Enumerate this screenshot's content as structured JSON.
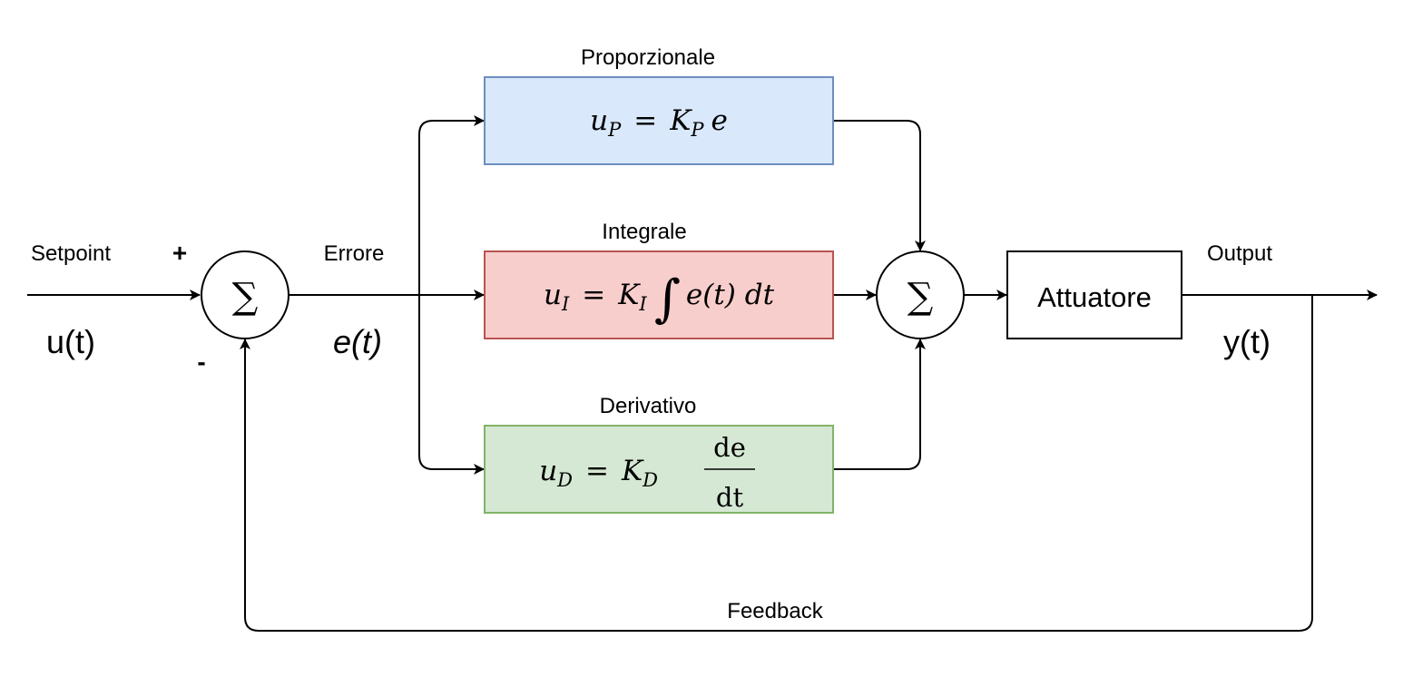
{
  "labels": {
    "setpoint": "Setpoint",
    "input_signal": "u(t)",
    "plus": "+",
    "minus": "-",
    "error": "Errore",
    "error_signal": "e(t)",
    "proportional": "Proporzionale",
    "integral": "Integrale",
    "derivative": "Derivativo",
    "actuator": "Attuatore",
    "output": "Output",
    "output_signal": "y(t)",
    "feedback": "Feedback",
    "sum_symbol": "∑"
  },
  "blocks": {
    "proportional": {
      "fill": "#dae8fc",
      "stroke": "#6c8ebf"
    },
    "integral": {
      "fill": "#f8cecc",
      "stroke": "#b85450"
    },
    "derivative": {
      "fill": "#d5e8d4",
      "stroke": "#82b366"
    },
    "actuator": {
      "fill": "#ffffff",
      "stroke": "#000000"
    }
  },
  "formulas": {
    "p_var": "u",
    "p_sub": "P",
    "p_eq": "=",
    "p_gain": "K",
    "p_gain_sub": "P",
    "p_term": "e",
    "i_var": "u",
    "i_sub": "I",
    "i_eq": "=",
    "i_gain": "K",
    "i_gain_sub": "I",
    "i_integral": "∫",
    "i_term": "e(t) dt",
    "d_var": "u",
    "d_sub": "D",
    "d_eq": "=",
    "d_gain": "K",
    "d_gain_sub": "D",
    "d_num": "de",
    "d_den": "dt"
  }
}
